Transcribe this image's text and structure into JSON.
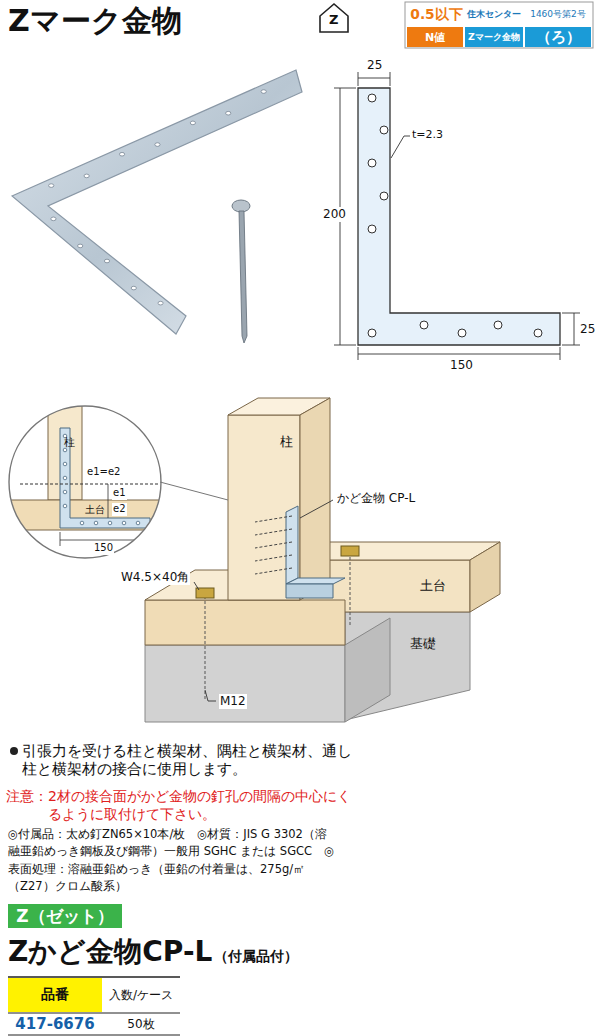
{
  "diagram": {
    "title": "Zマーク金物",
    "nodes": [
      {
        "text": [
          "0.5以下"
        ]
      },
      {
        "text": [
          "住木センター"
        ]
      },
      {
        "text": [
          "1460号第2号"
        ]
      },
      {
        "text": [
          "N値"
        ]
      },
      {
        "text": [
          "Zマーク金物"
        ]
      },
      {
        "text": [
          "（ろ）"
        ]
      },
      {
        "text": [
          "Z（ゼット）"
        ]
      },
      {
        "text": [
          "品番"
        ]
      },
      {
        "text": [
          "入数/ケース"
        ]
      },
      {
        "text": [
          "417-6676"
        ]
      },
      {
        "text": [
          "50枚"
        ]
      }
    ],
    "labels": [
      "Z",
      "25",
      "t=2.3",
      "200",
      "25",
      "150",
      "柱",
      "e1=e2",
      "e1",
      "e2",
      "土台",
      "150",
      "柱",
      "かど金物 CP-L",
      "土台",
      "W4.5×40角",
      "基礎",
      "M12",
      "引張力を受ける柱と横架材、隅柱と横架材、通し柱と横架材の接合に使用します。",
      "注意：2材の接合面がかど金物の釘孔の間隔の中心にくるように取付けて下さい。",
      "◎付属品：太め釘ZN65×10本/枚　◎材質：JIS G 3302（溶融亜鉛めっき鋼板及び鋼帯）一般用 SGHC または SGCC　◎表面処理：溶融亜鉛めっき（亜鉛の付着量は、275g/㎡（Z27）クロム酸系）",
      "Zかど金物CP-L",
      "（付属品付）"
    ]
  }
}
